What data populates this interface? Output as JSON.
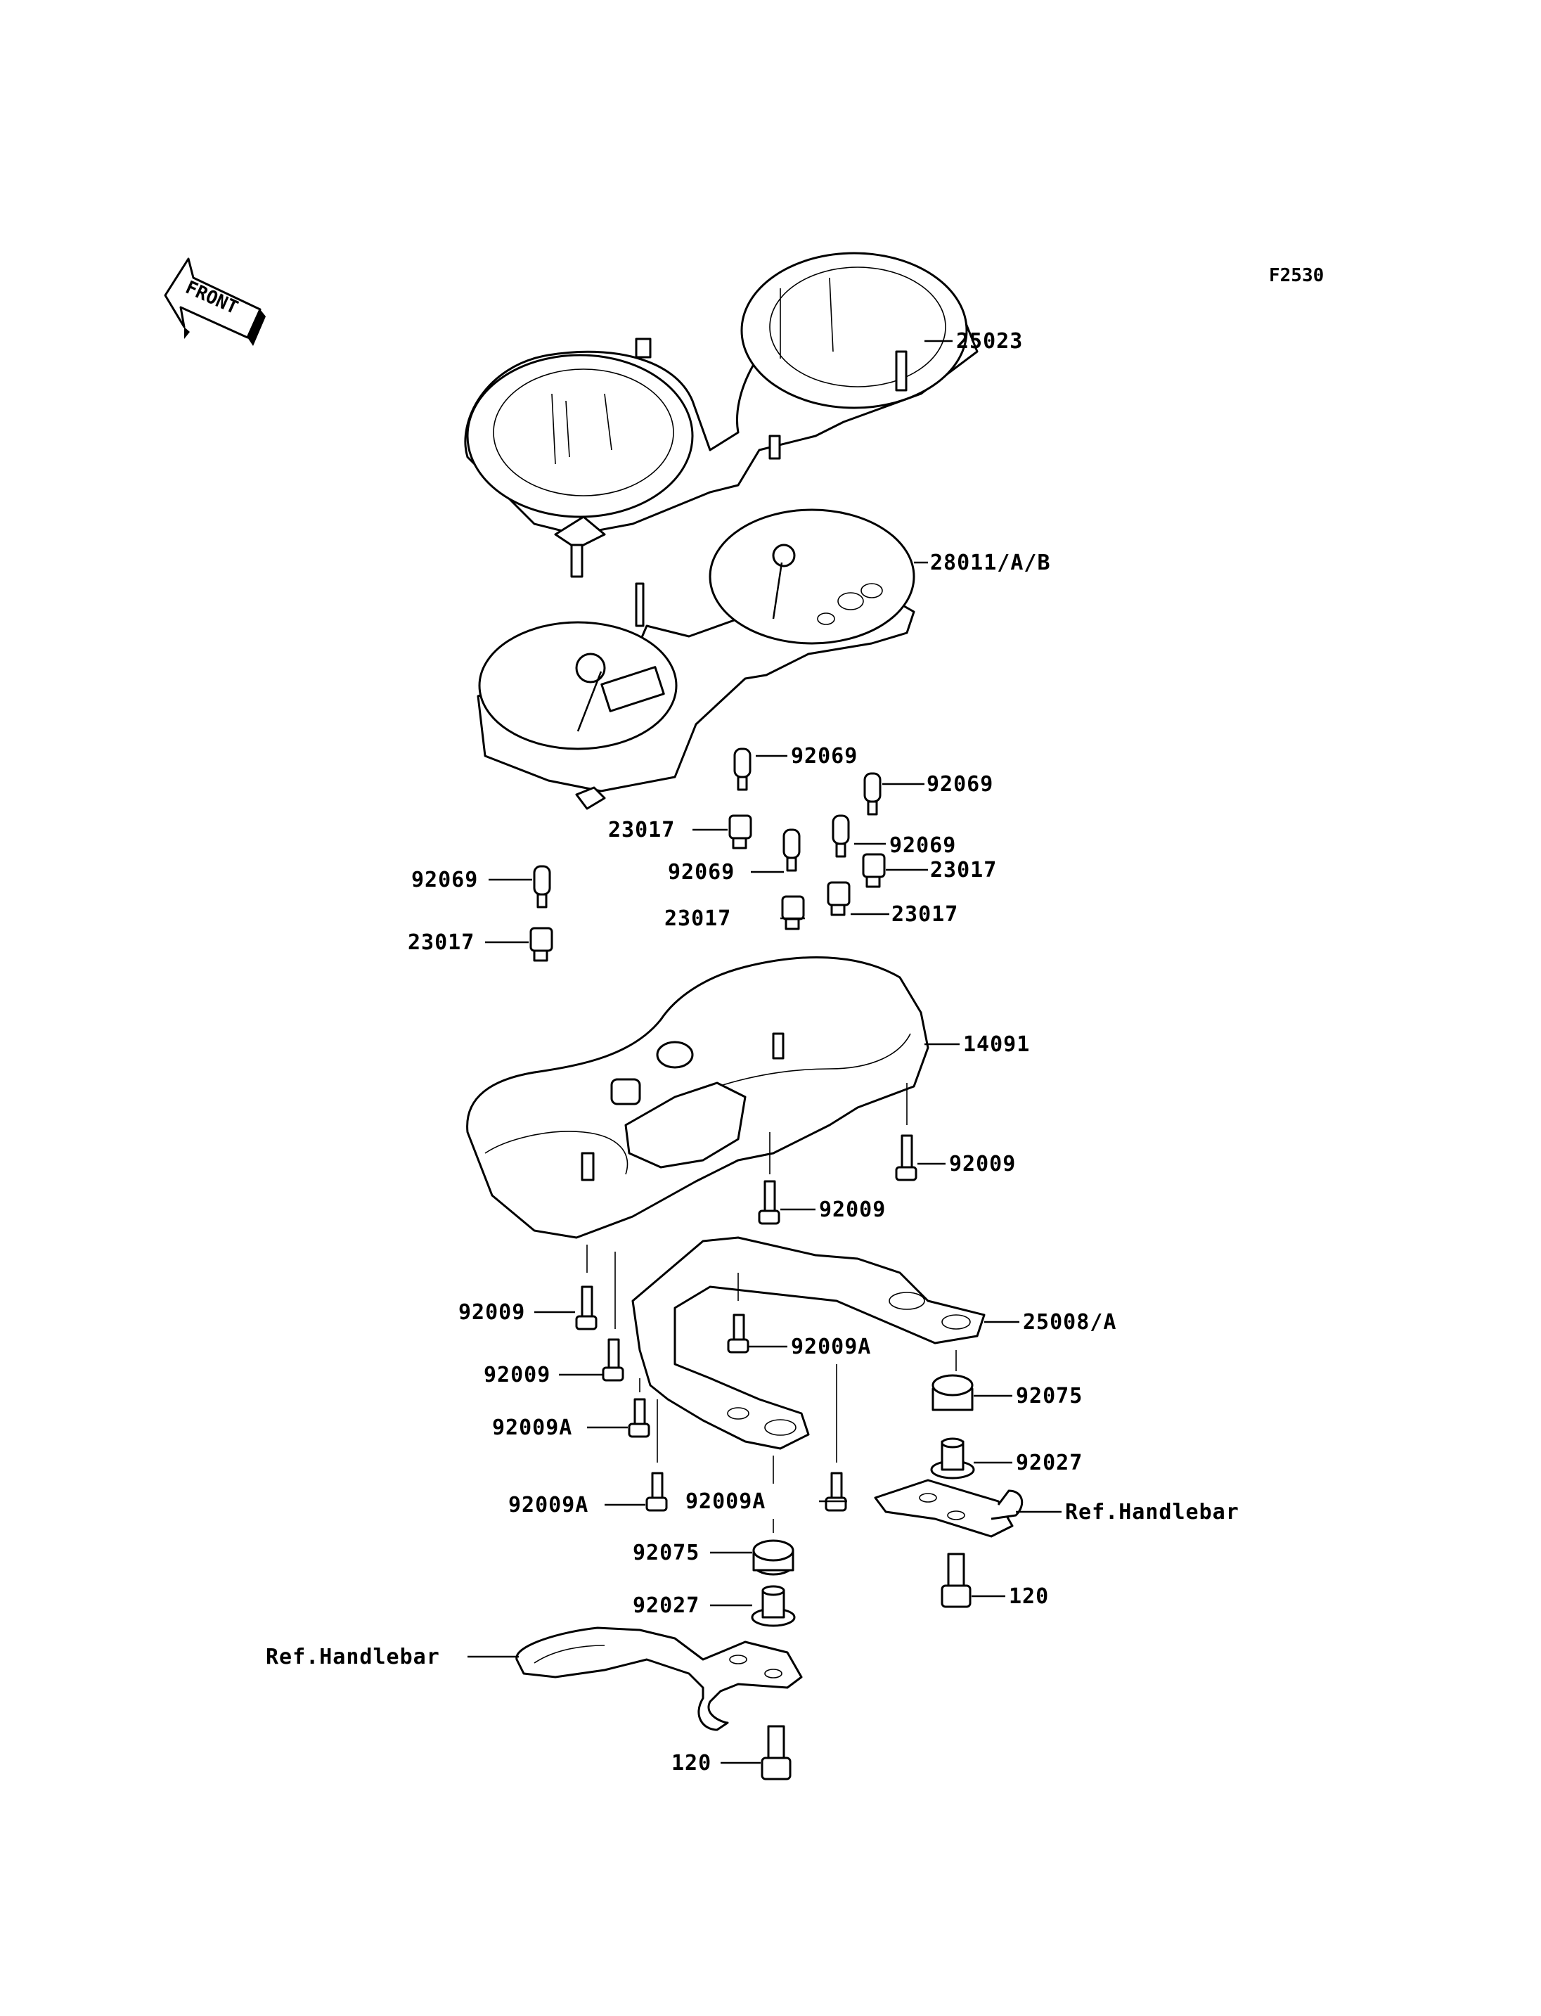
{
  "figure_code": "F2530",
  "front_arrow": {
    "text": "FRONT",
    "icon": "front-arrow-icon"
  },
  "callouts": [
    {
      "id": "c-25023",
      "text": "25023"
    },
    {
      "id": "c-28011",
      "text": "28011/A/B"
    },
    {
      "id": "c-92069-a",
      "text": "92069"
    },
    {
      "id": "c-92069-b",
      "text": "92069"
    },
    {
      "id": "c-23017-a",
      "text": "23017"
    },
    {
      "id": "c-92069-c",
      "text": "92069"
    },
    {
      "id": "c-92069-d",
      "text": "92069"
    },
    {
      "id": "c-23017-b",
      "text": "23017"
    },
    {
      "id": "c-92069-e",
      "text": "92069"
    },
    {
      "id": "c-23017-c",
      "text": "23017"
    },
    {
      "id": "c-23017-d",
      "text": "23017"
    },
    {
      "id": "c-23017-e",
      "text": "23017"
    },
    {
      "id": "c-14091",
      "text": "14091"
    },
    {
      "id": "c-92009-a",
      "text": "92009"
    },
    {
      "id": "c-92009-b",
      "text": "92009"
    },
    {
      "id": "c-92009-c",
      "text": "92009"
    },
    {
      "id": "c-25008",
      "text": "25008/A"
    },
    {
      "id": "c-92009A-a",
      "text": "92009A"
    },
    {
      "id": "c-92009-d",
      "text": "92009"
    },
    {
      "id": "c-92075-a",
      "text": "92075"
    },
    {
      "id": "c-92009A-b",
      "text": "92009A"
    },
    {
      "id": "c-92027-a",
      "text": "92027"
    },
    {
      "id": "c-92009A-c",
      "text": "92009A"
    },
    {
      "id": "c-92009A-d",
      "text": "92009A"
    },
    {
      "id": "c-ref-a",
      "text": "Ref.Handlebar"
    },
    {
      "id": "c-92075-b",
      "text": "92075"
    },
    {
      "id": "c-120-a",
      "text": "120"
    },
    {
      "id": "c-92027-b",
      "text": "92027"
    },
    {
      "id": "c-ref-b",
      "text": "Ref.Handlebar"
    },
    {
      "id": "c-120-b",
      "text": "120"
    }
  ]
}
